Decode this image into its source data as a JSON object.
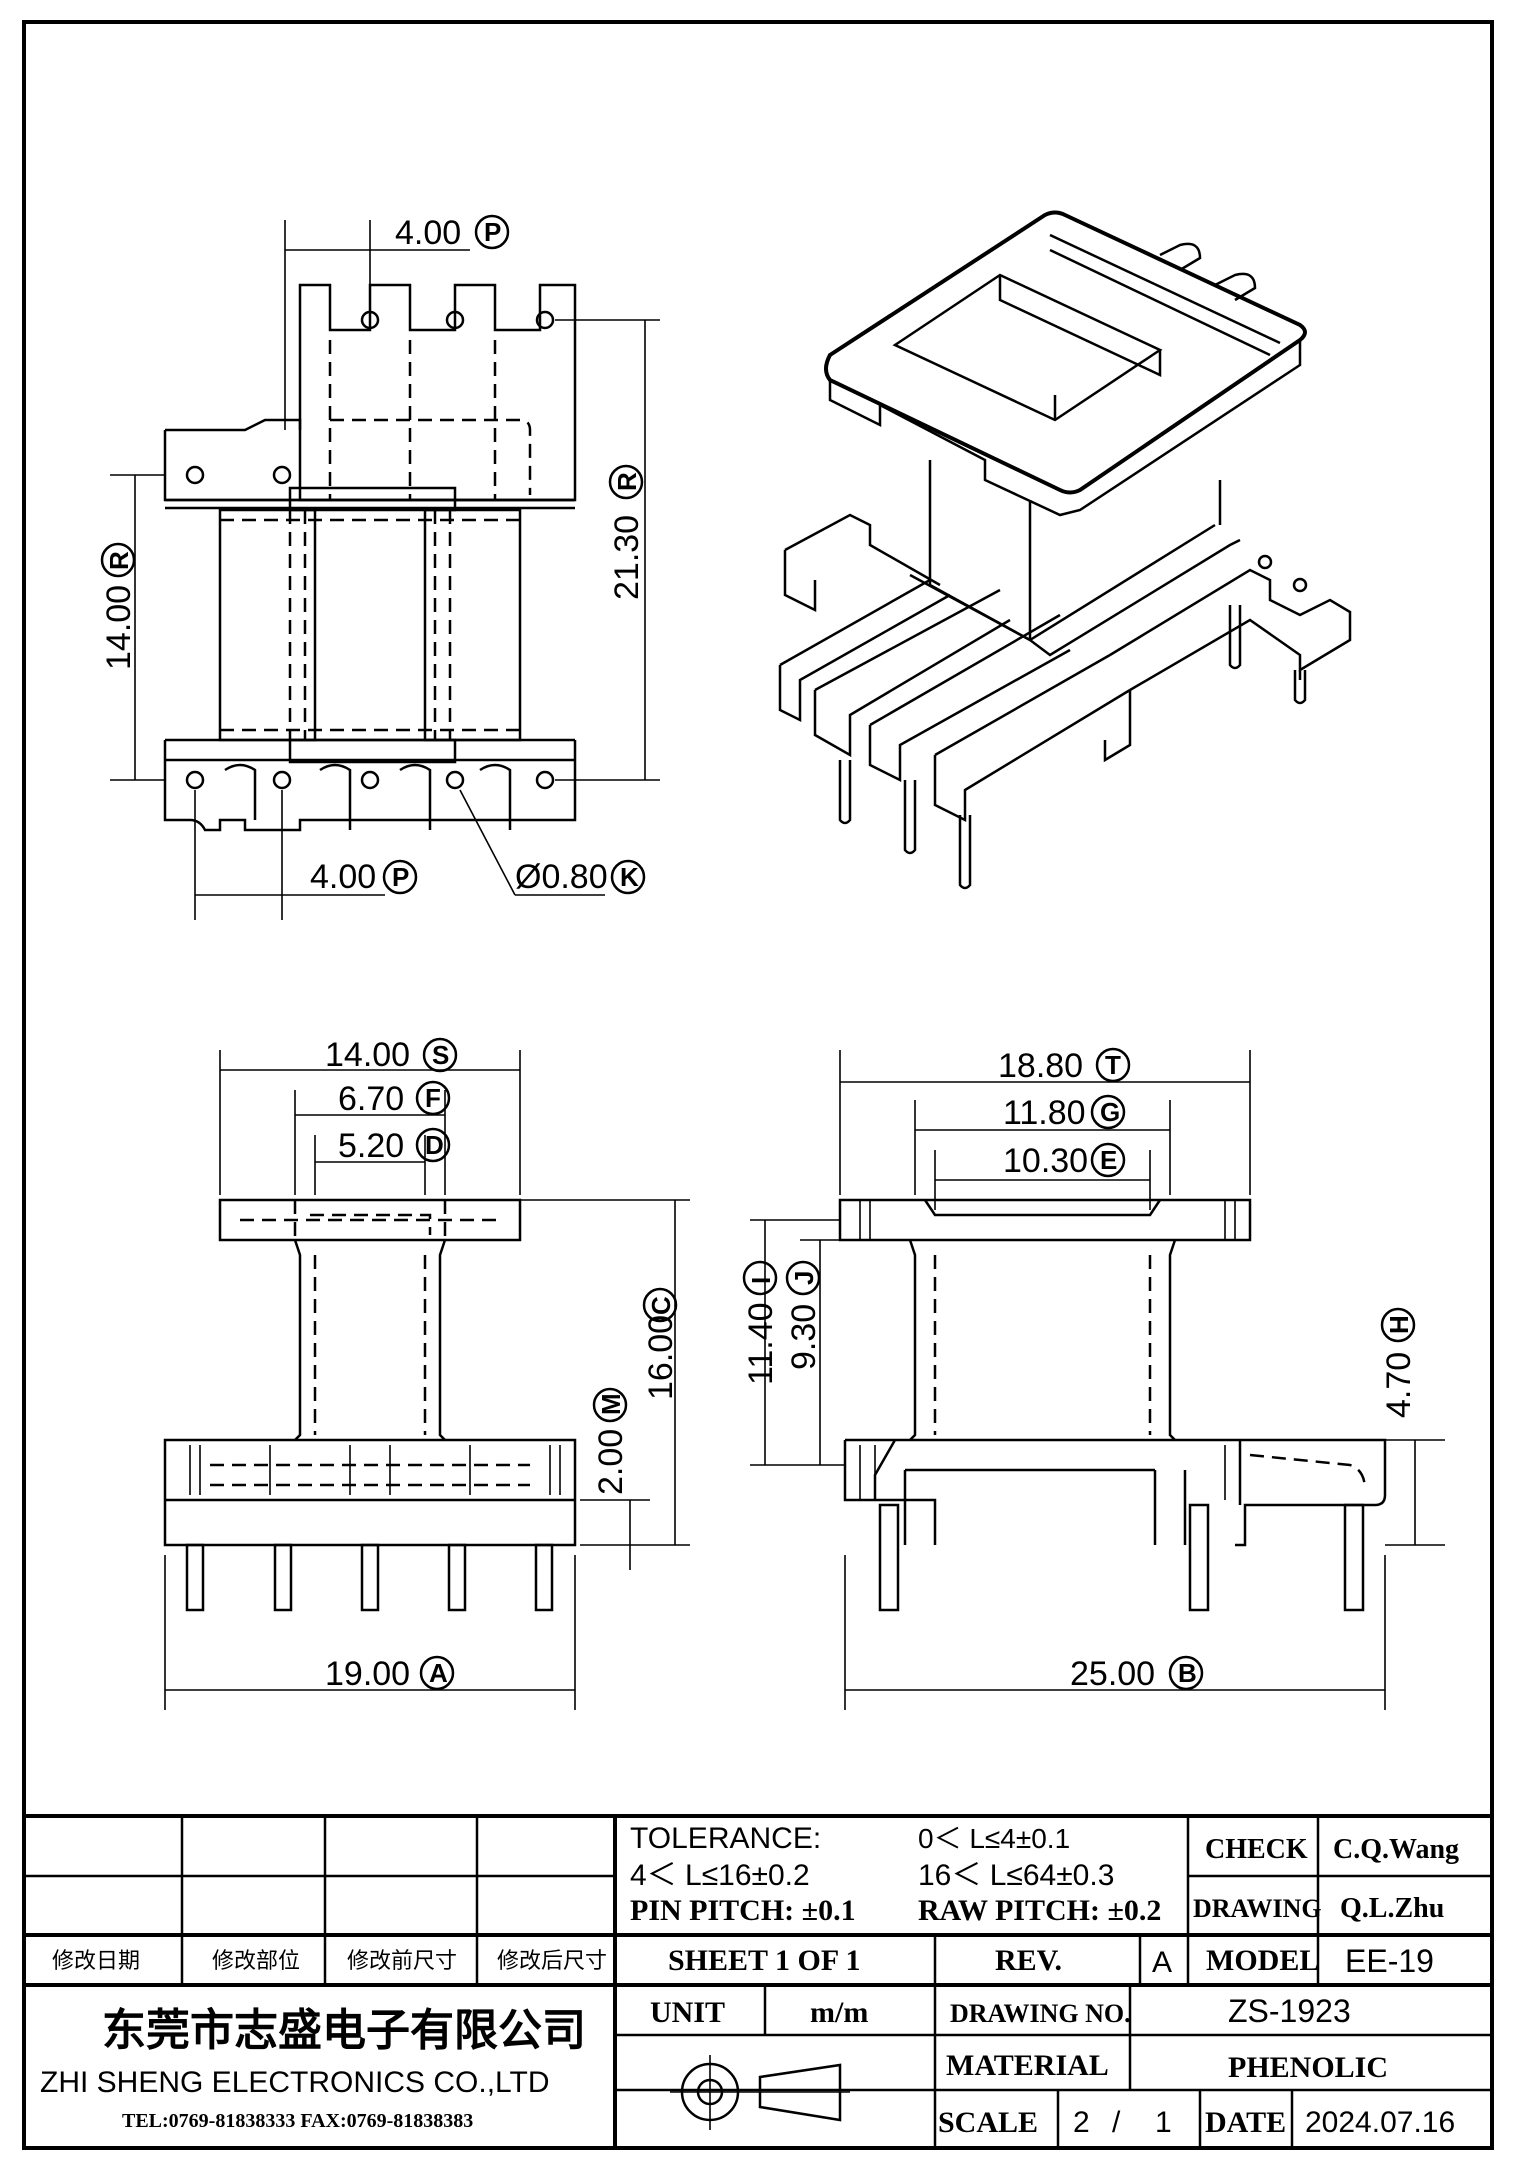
{
  "dims": {
    "top_pitch": "4.00",
    "top_pitch_ref": "P",
    "height_r": "21.30",
    "height_r_ref": "R",
    "left_r": "14.00",
    "left_r_ref": "R",
    "bottom_pitch": "4.00",
    "bottom_pitch_ref": "P",
    "pin_dia": "Ø0.80",
    "pin_dia_ref": "K",
    "s_val": "14.00",
    "s_ref": "S",
    "f_val": "6.70",
    "f_ref": "F",
    "d_val": "5.20",
    "d_ref": "D",
    "c_val": "16.00",
    "c_ref": "C",
    "m_val": "2.00",
    "m_ref": "M",
    "a_val": "19.00",
    "a_ref": "A",
    "t_val": "18.80",
    "t_ref": "T",
    "g_val": "11.80",
    "g_ref": "G",
    "e_val": "10.30",
    "e_ref": "E",
    "i_val": "11.40",
    "i_ref": "I",
    "j_val": "9.30",
    "j_ref": "J",
    "h_val": "4.70",
    "h_ref": "H",
    "b_val": "25.00",
    "b_ref": "B"
  },
  "title_block": {
    "tolerance_label": "TOLERANCE:",
    "tol_1": "0＜ L≤4±0.1",
    "tol_2": "4＜ L≤16±0.2",
    "tol_3": "16＜ L≤64±0.3",
    "pin_pitch": "PIN  PITCH: ±0.1",
    "raw_pitch": "RAW  PITCH: ±0.2",
    "check_label": "CHECK",
    "check_value": "C.Q.Wang",
    "drawing_label": "DRAWING",
    "drawing_value": "Q.L.Zhu",
    "rev_h1": "修改日期",
    "rev_h2": "修改部位",
    "rev_h3": "修改前尺寸",
    "rev_h4": "修改后尺寸",
    "sheet": "SHEET  1  OF  1",
    "rev_label": "REV.",
    "rev_value": "A",
    "model_label": "MODEL",
    "model_value": "EE-19",
    "company_cn": "东莞市志盛电子有限公司",
    "company_en": "ZHI SHENG  ELECTRONICS CO.,LTD",
    "company_tel": "TEL:0769-81838333 FAX:0769-81838383",
    "unit_label": "UNIT",
    "unit_value": "m/m",
    "drawing_no_label": "DRAWING  NO.",
    "drawing_no_value": "ZS-1923",
    "material_label": "MATERIAL",
    "material_value": "PHENOLIC",
    "scale_label": "SCALE",
    "scale_a": "2",
    "scale_sep": "/",
    "scale_b": "1",
    "date_label": "DATE",
    "date_value": "2024.07.16"
  }
}
